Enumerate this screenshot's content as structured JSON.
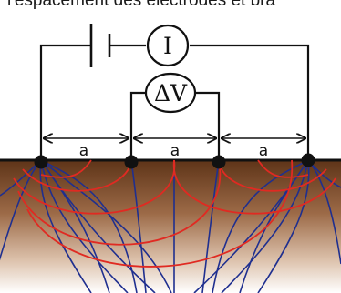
{
  "caption_text": "l'espacement des électrodes et bra",
  "ammeter_symbol": "I",
  "voltmeter_symbol": "ΔV",
  "spacings": [
    "a",
    "a",
    "a"
  ]
}
